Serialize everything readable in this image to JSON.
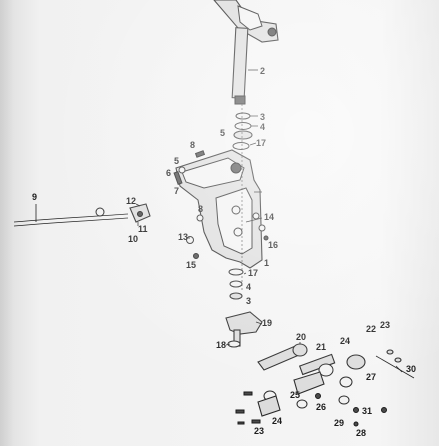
{
  "diagram": {
    "callouts": {
      "c1": "1",
      "c2": "2",
      "c3a": "3",
      "c3b": "3",
      "c4a": "4",
      "c4b": "4",
      "c5a": "5",
      "c5b": "5",
      "c6": "6",
      "c7": "7",
      "c8a": "8",
      "c8b": "8",
      "c9": "9",
      "c10": "10",
      "c11": "11",
      "c12": "12",
      "c13": "13",
      "c14": "14",
      "c15": "15",
      "c16": "16",
      "c17a": "17",
      "c17b": "17",
      "c18": "18",
      "c19": "19",
      "c20": "20",
      "c21": "21",
      "c22": "22",
      "c23a": "23",
      "c23b": "23",
      "c24a": "24",
      "c24b": "24",
      "c25": "25",
      "c26": "26",
      "c27": "27",
      "c28": "28",
      "c29": "29",
      "c30": "30",
      "c31": "31"
    }
  },
  "colors": {
    "line": "#2a2a2a",
    "background": "#f5f5f5",
    "part_fill": "#dcdcdc"
  }
}
